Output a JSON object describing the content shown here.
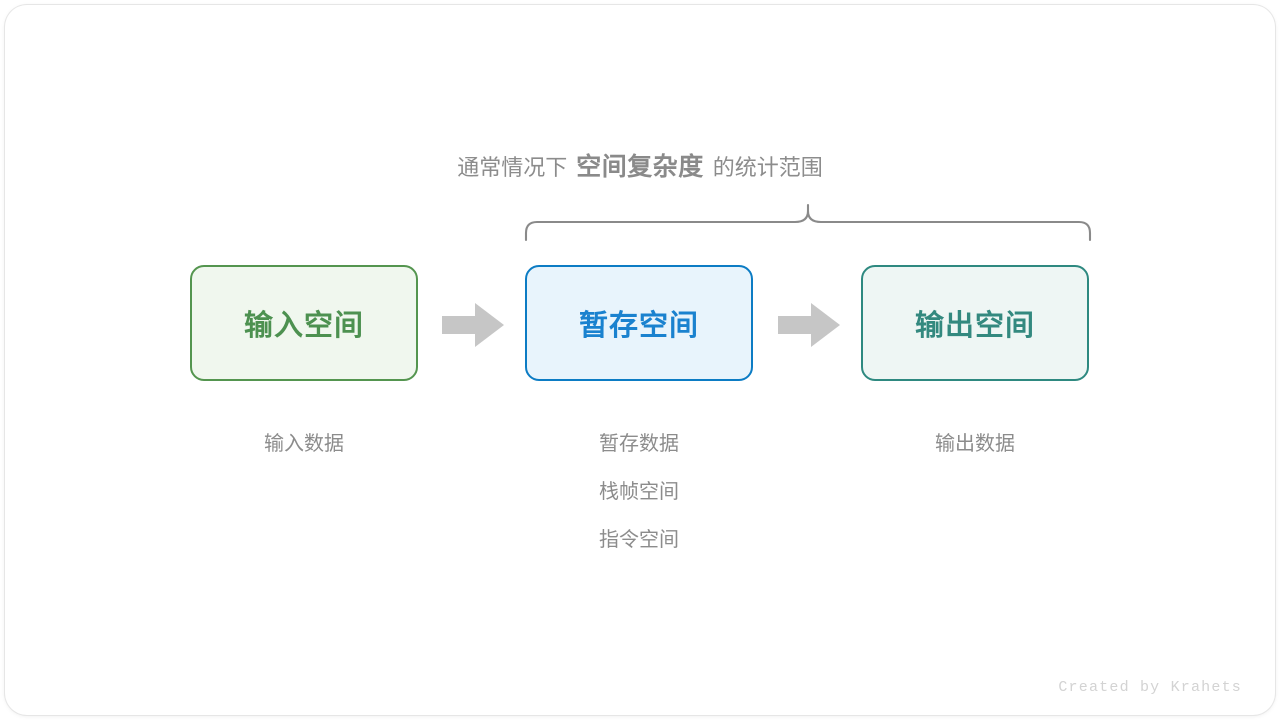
{
  "figure": {
    "scope_title": {
      "prefix": "通常情况下",
      "emphasis": "空间复杂度",
      "suffix": "的统计范围"
    },
    "boxes": [
      {
        "label": "输入空间",
        "border_color": "#54954f",
        "fill_color": "#f0f7ee",
        "text_color": "#4d9150"
      },
      {
        "label": "暂存空间",
        "border_color": "#0c7cc4",
        "fill_color": "#e8f4fc",
        "text_color": "#1a82cf"
      },
      {
        "label": "输出空间",
        "border_color": "#2e8980",
        "fill_color": "#eef6f4",
        "text_color": "#33897f"
      }
    ],
    "arrows": [
      {
        "name": "arrow-input-to-temp",
        "color": "#c6c6c6"
      },
      {
        "name": "arrow-temp-to-output",
        "color": "#c6c6c6"
      }
    ],
    "captions": [
      {
        "lines": [
          "输入数据"
        ]
      },
      {
        "lines": [
          "暂存数据",
          "栈帧空间",
          "指令空间"
        ]
      },
      {
        "lines": [
          "输出数据"
        ]
      }
    ],
    "brace": {
      "color": "#8a8a8a",
      "spans_boxes": [
        "暂存空间",
        "输出空间"
      ]
    },
    "credit": "Created by Krahets",
    "background_color": "#ffffff"
  }
}
